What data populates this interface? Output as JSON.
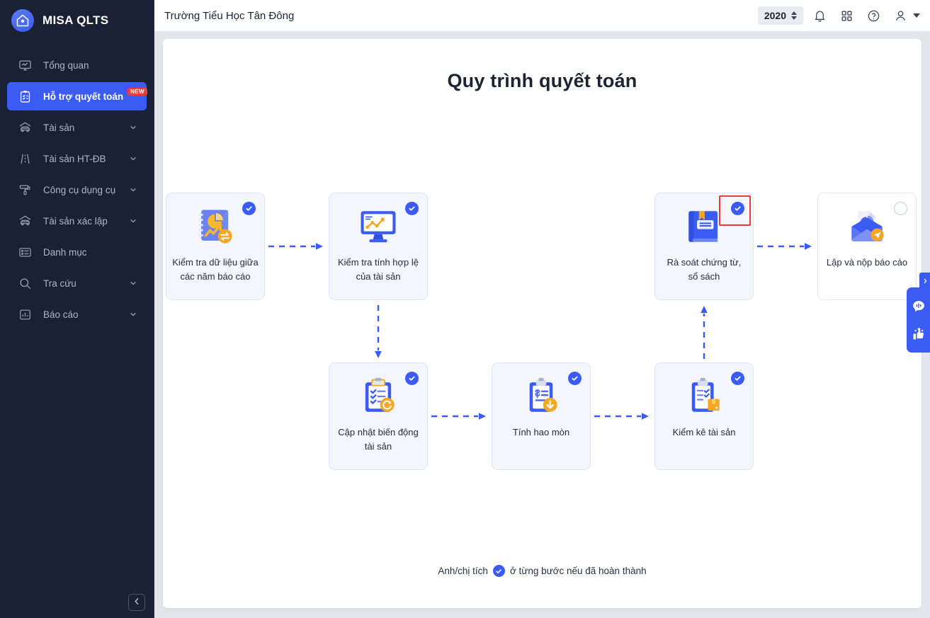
{
  "brand": {
    "name": "MISA QLTS",
    "logo_icon": "house-shield-icon"
  },
  "sidebar": {
    "items": [
      {
        "label": "Tổng quan",
        "icon": "monitor-chart-icon",
        "active": false,
        "has_chevron": false,
        "badge": ""
      },
      {
        "label": "Hỗ trợ quyết toán",
        "icon": "clipboard-check-icon",
        "active": true,
        "has_chevron": false,
        "badge": "NEW"
      },
      {
        "label": "Tài sản",
        "icon": "car-garage-icon",
        "active": false,
        "has_chevron": true,
        "badge": ""
      },
      {
        "label": "Tài sản HT-ĐB",
        "icon": "road-icon",
        "active": false,
        "has_chevron": true,
        "badge": ""
      },
      {
        "label": "Công cụ dụng cụ",
        "icon": "paint-roller-icon",
        "active": false,
        "has_chevron": true,
        "badge": ""
      },
      {
        "label": "Tài sản xác lập",
        "icon": "car-garage-icon",
        "active": false,
        "has_chevron": true,
        "badge": ""
      },
      {
        "label": "Danh mục",
        "icon": "list-card-icon",
        "active": false,
        "has_chevron": false,
        "badge": ""
      },
      {
        "label": "Tra cứu",
        "icon": "search-icon",
        "active": false,
        "has_chevron": true,
        "badge": ""
      },
      {
        "label": "Báo cáo",
        "icon": "bar-chart-icon",
        "active": false,
        "has_chevron": true,
        "badge": ""
      }
    ],
    "collapse_icon": "chevron-left-icon"
  },
  "topbar": {
    "title": "Trường Tiểu Học Tân Đông",
    "year": "2020",
    "icons": [
      "bell-icon",
      "grid-apps-icon",
      "help-circle-icon",
      "user-account-icon"
    ]
  },
  "main": {
    "title": "Quy trình quyết toán",
    "footnote_before": "Anh/chị tích",
    "footnote_after": "ở từng bước nếu đã hoàn thành",
    "steps": [
      {
        "id": "s1",
        "label": "Kiểm tra dữ liệu giữa các năm báo cáo",
        "icon": "report-book-exchange-icon",
        "checked": true,
        "highlighted": false
      },
      {
        "id": "s2",
        "label": "Kiểm tra tính hợp lệ của tài sản",
        "icon": "monitor-linechart-icon",
        "checked": true,
        "highlighted": false
      },
      {
        "id": "s3",
        "label": "Cập nhật biến động tài sản",
        "icon": "clipboard-refresh-icon",
        "checked": true,
        "highlighted": false
      },
      {
        "id": "s4",
        "label": "Tính hao mòn",
        "icon": "clipboard-dollar-down-icon",
        "checked": true,
        "highlighted": false
      },
      {
        "id": "s5",
        "label": "Kiểm kê tài sản",
        "icon": "clipboard-box-icon",
        "checked": true,
        "highlighted": false
      },
      {
        "id": "s6",
        "label": "Rà soát chứng từ, sổ sách",
        "icon": "book-bookmark-icon",
        "checked": true,
        "highlighted": true
      },
      {
        "id": "s7",
        "label": "Lập và nộp báo cáo",
        "icon": "envelope-report-send-icon",
        "checked": false,
        "highlighted": false
      }
    ]
  },
  "float_widget": {
    "tab_icon": "chevron-right-icon",
    "chat_icon": "chat-voice-icon",
    "rate_icon": "thumbs-up-stars-icon"
  },
  "colors": {
    "accent": "#3b5bf5",
    "sidebar_bg": "#1b2135",
    "card_bg": "#f4f6ff",
    "highlight": "#f03a3a",
    "badge_new": "#ef3b3b",
    "orange": "#f5a623"
  }
}
